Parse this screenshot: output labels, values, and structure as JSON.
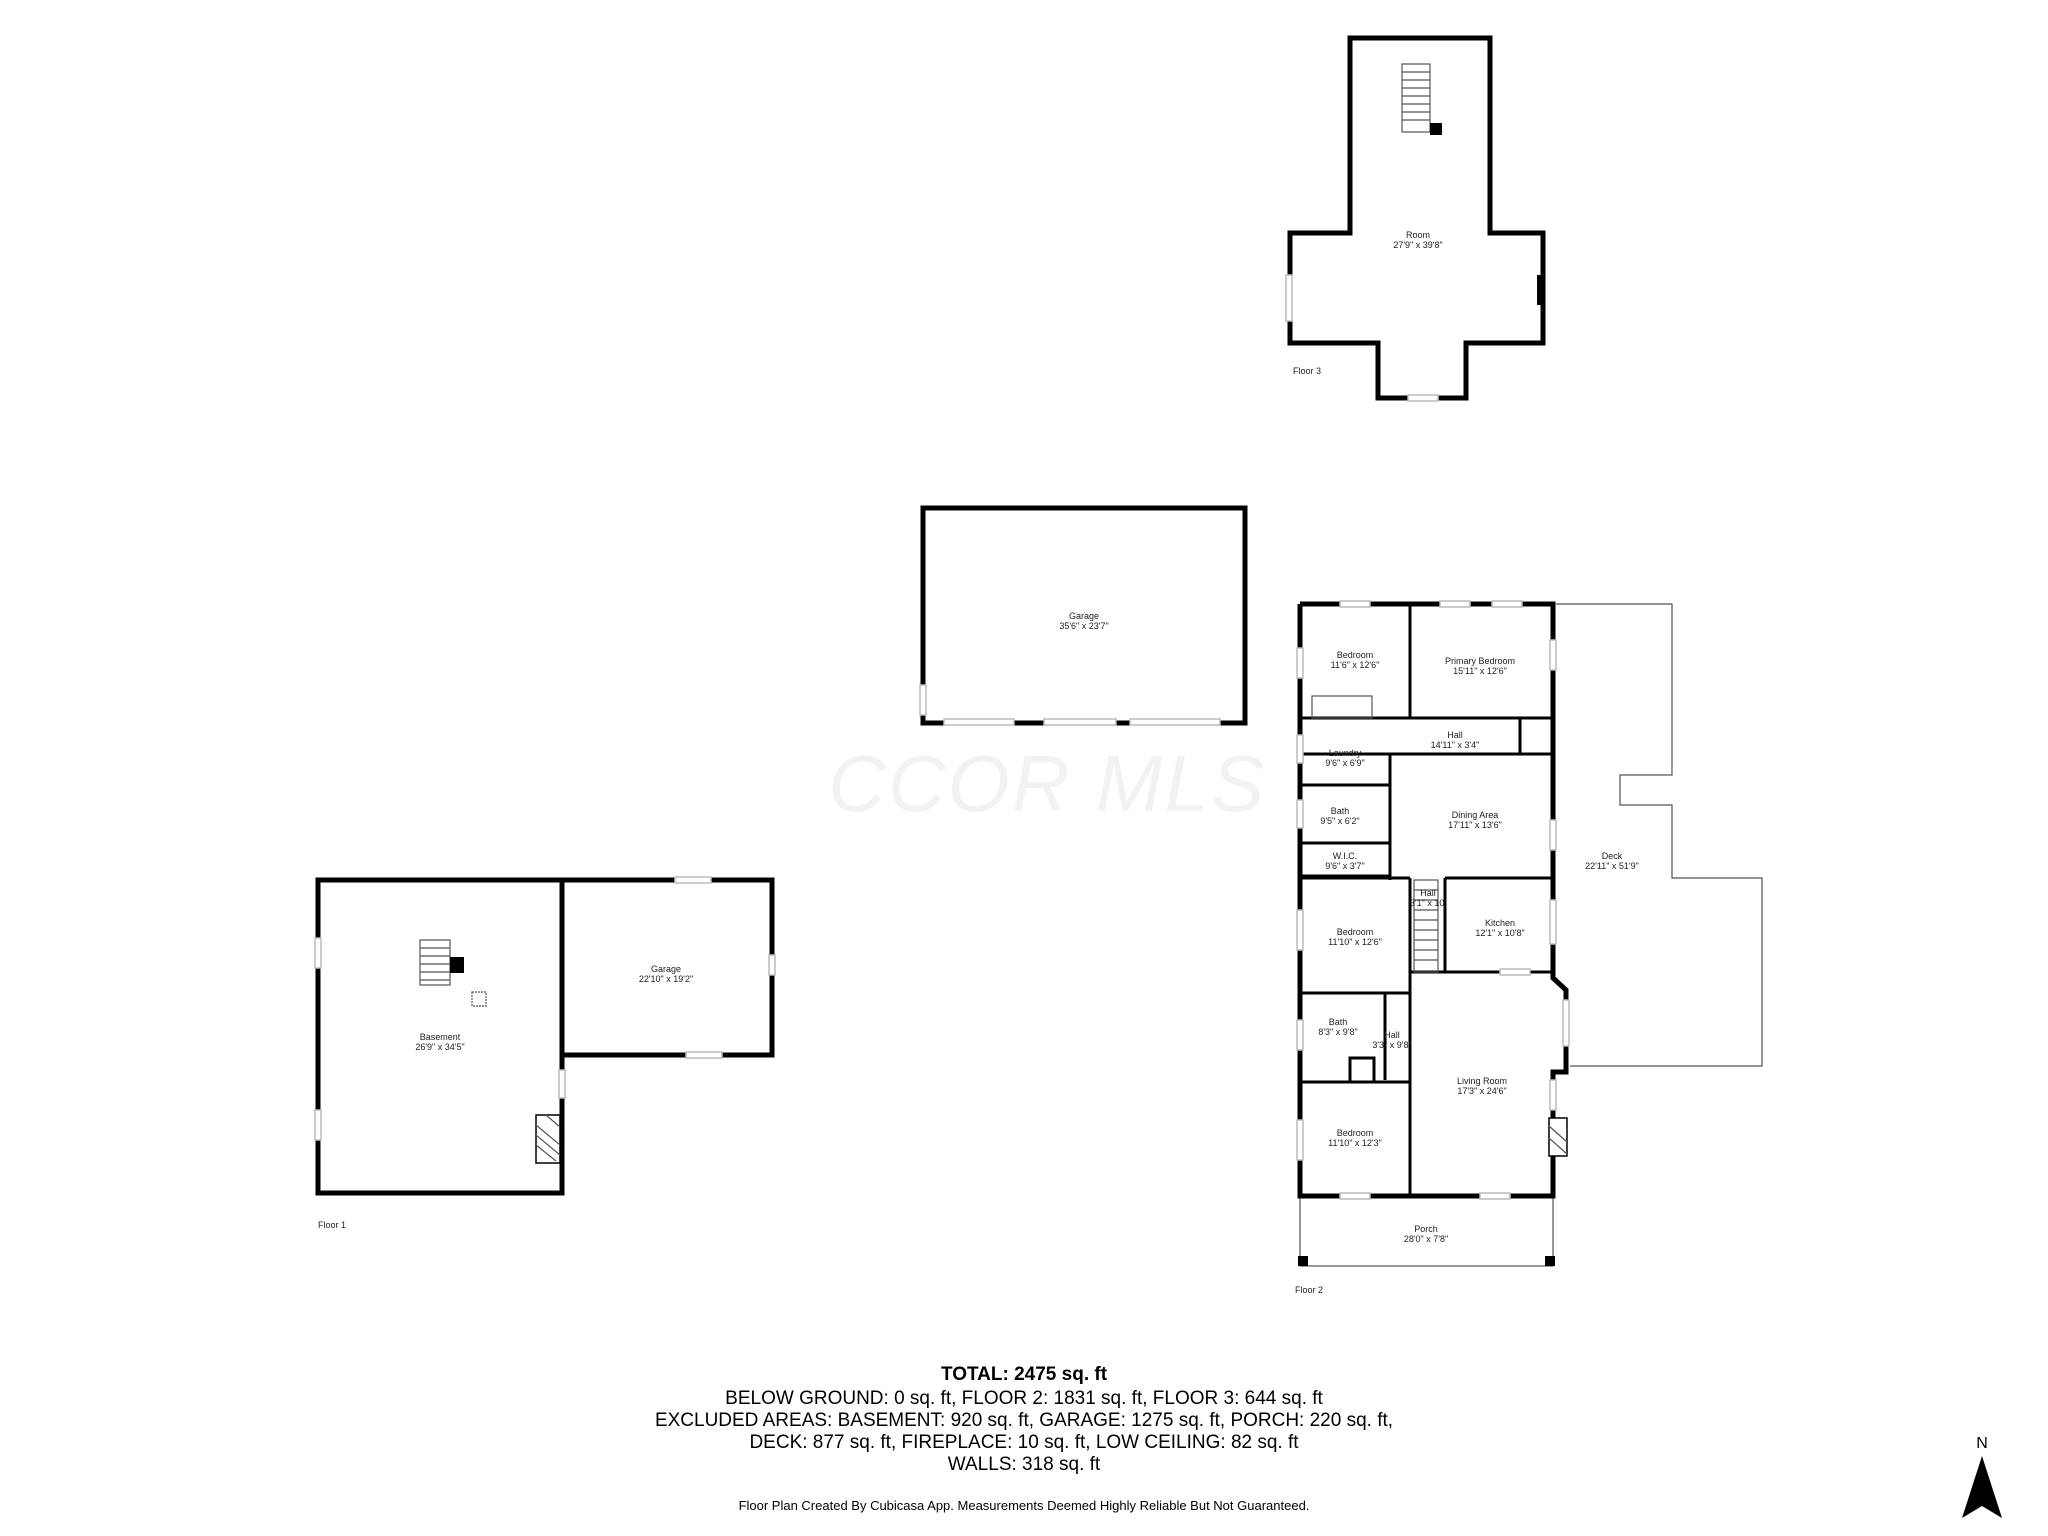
{
  "watermark": "CCOR MLS",
  "floors": {
    "floor1": {
      "label": "Floor 1",
      "rooms": [
        {
          "name": "Basement",
          "dims": "26'9\" x 34'5\""
        },
        {
          "name": "Garage",
          "dims": "22'10\" x 19'2\""
        }
      ]
    },
    "floor2": {
      "label": "Floor 2",
      "rooms": [
        {
          "name": "Bedroom",
          "dims": "11'6\" x 12'6\""
        },
        {
          "name": "Primary Bedroom",
          "dims": "15'11\" x 12'6\""
        },
        {
          "name": "Hall",
          "dims": "14'11\" x 3'4\""
        },
        {
          "name": "Laundry",
          "dims": "9'6\" x 6'9\""
        },
        {
          "name": "Dining Area",
          "dims": "17'11\" x 13'6\""
        },
        {
          "name": "Bath",
          "dims": "9'5\" x 6'2\""
        },
        {
          "name": "W.I.C.",
          "dims": "9'6\" x 3'7\""
        },
        {
          "name": "Hall",
          "dims": "3'1\" x 10'"
        },
        {
          "name": "Kitchen",
          "dims": "12'1\" x 10'8\""
        },
        {
          "name": "Bedroom",
          "dims": "11'10\" x 12'6\""
        },
        {
          "name": "Bath",
          "dims": "8'3\" x 9'8\""
        },
        {
          "name": "Hall",
          "dims": "3'3\" x 9'8\""
        },
        {
          "name": "Living Room",
          "dims": "17'3\" x 24'6\""
        },
        {
          "name": "Bedroom",
          "dims": "11'10\" x 12'3\""
        },
        {
          "name": "Porch",
          "dims": "28'0\" x 7'8\""
        },
        {
          "name": "Deck",
          "dims": "22'11\" x 51'9\""
        }
      ]
    },
    "floor3": {
      "label": "Floor 3",
      "rooms": [
        {
          "name": "Room",
          "dims": "27'9\" x 39'8\""
        }
      ]
    },
    "garage_detached": {
      "rooms": [
        {
          "name": "Garage",
          "dims": "35'6\" x 23'7\""
        }
      ]
    }
  },
  "summary": {
    "total": "TOTAL: 2475 sq. ft",
    "line1": "BELOW GROUND: 0 sq. ft, FLOOR 2: 1831 sq. ft, FLOOR 3: 644 sq. ft",
    "line2": "EXCLUDED AREAS: BASEMENT: 920 sq. ft, GARAGE: 1275 sq. ft, PORCH: 220 sq. ft,",
    "line3": "DECK: 877 sq. ft, FIREPLACE: 10 sq. ft, LOW CEILING: 82 sq. ft",
    "line4": "WALLS: 318 sq. ft",
    "credit": "Floor Plan Created By Cubicasa App. Measurements Deemed Highly Reliable But Not Guaranteed."
  },
  "compass": {
    "label": "N"
  }
}
